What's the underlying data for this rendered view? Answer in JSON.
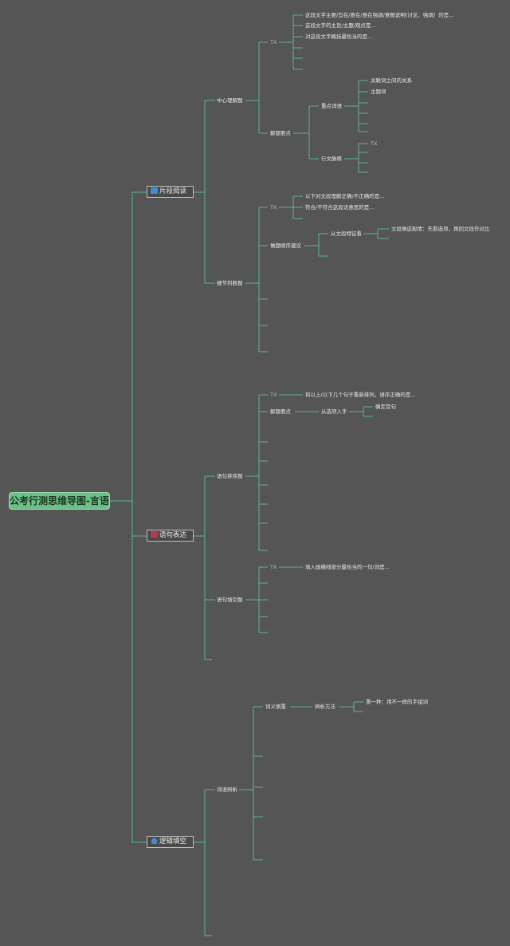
{
  "root": {
    "title": "公考行测思维导图-言语"
  },
  "branches": [
    {
      "label": "片段阅读",
      "icon": "blue-square-icon",
      "color": "#3b8fd9"
    },
    {
      "label": "语句表达",
      "icon": "red-square-icon",
      "color": "#b8394a"
    },
    {
      "label": "逻辑填空",
      "icon": "house-icon",
      "color": "#3b8fd9"
    }
  ],
  "nodes": {
    "zhongxin": "中心理解题",
    "xijie": "细节判断题",
    "paixu": "语句排序题",
    "tiankong": "语句填空题",
    "ciyu": "词语辨析",
    "tx1": "TX",
    "zx_q1": "这段文字主要/旨在/意在/意在强调/意图说明(讨论、强调）的是...",
    "zx_q2": "这段文字的主旨/主题/观点是...",
    "zx_q3": "对这段文字概括最恰当的是...",
    "jietiyaodian": "解题要点",
    "zhongdian": "重点词语",
    "guanlianci": "关联词之间的关系",
    "zhutici": "主题词",
    "xingwen": "行文脉络",
    "xw_tx": "TX",
    "tx2": "TX",
    "xj_q1": "以下对文段理解正确/不正确的是...",
    "xj_q2": "符合/不符合这段话意思的是...",
    "jiti": "做题顺序建议",
    "cong": "从文段特征看",
    "wenduan": "文段做这般情：先看选项，再回文段作对比",
    "tx3": "TX",
    "px_q1": "将以上/以下几个句子重新排列，语序正确的是...",
    "jietiyaodian2": "解题要点",
    "cong2": "从选项入手",
    "queding": "确定首句",
    "tx4": "TX",
    "tk_q1": "填入画横线部分最恰当的一句/词是...",
    "ciyi": "词义侧重",
    "bianxi": "辨析方法",
    "diyi": "第一种：用不一样的字组词"
  }
}
